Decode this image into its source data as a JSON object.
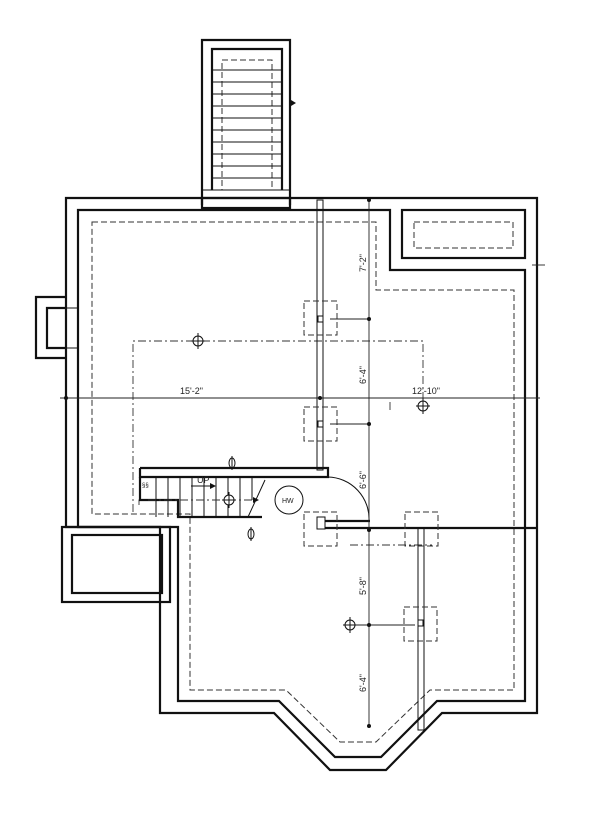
{
  "plan": {
    "dimensions": {
      "horizontal_left": "15'-2\"",
      "horizontal_right": "12'-10\"",
      "vertical_1": "7'-2\"",
      "vertical_2": "6'-4\"",
      "vertical_3": "6'-6\"",
      "vertical_4": "5'-8\"",
      "vertical_5": "6'-4\""
    },
    "stair_label": "UP",
    "water_heater_label": "HW"
  }
}
